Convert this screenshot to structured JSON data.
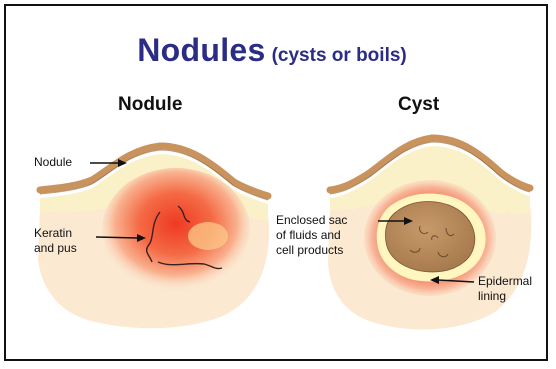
{
  "title": {
    "main": "Nodules",
    "sub": "(cysts or boils)"
  },
  "panels": {
    "nodule": {
      "label": "Nodule",
      "callouts": {
        "nodule": "Nodule",
        "keratin_line1": "Keratin",
        "keratin_line2": "and pus"
      }
    },
    "cyst": {
      "label": "Cyst",
      "callouts": {
        "sac_line1": "Enclosed sac",
        "sac_line2": "of fluids and",
        "sac_line3": "cell products",
        "lining_line1": "Epidermal",
        "lining_line2": "lining"
      }
    }
  },
  "colors": {
    "title": "#2b2c86",
    "skin_surface": "#c9935e",
    "epidermis": "#fbf1c8",
    "dermis": "#fbe9d2",
    "inflammation": "#f05030",
    "cyst_sac": "#b3865a",
    "lining": "#fff6c0"
  }
}
